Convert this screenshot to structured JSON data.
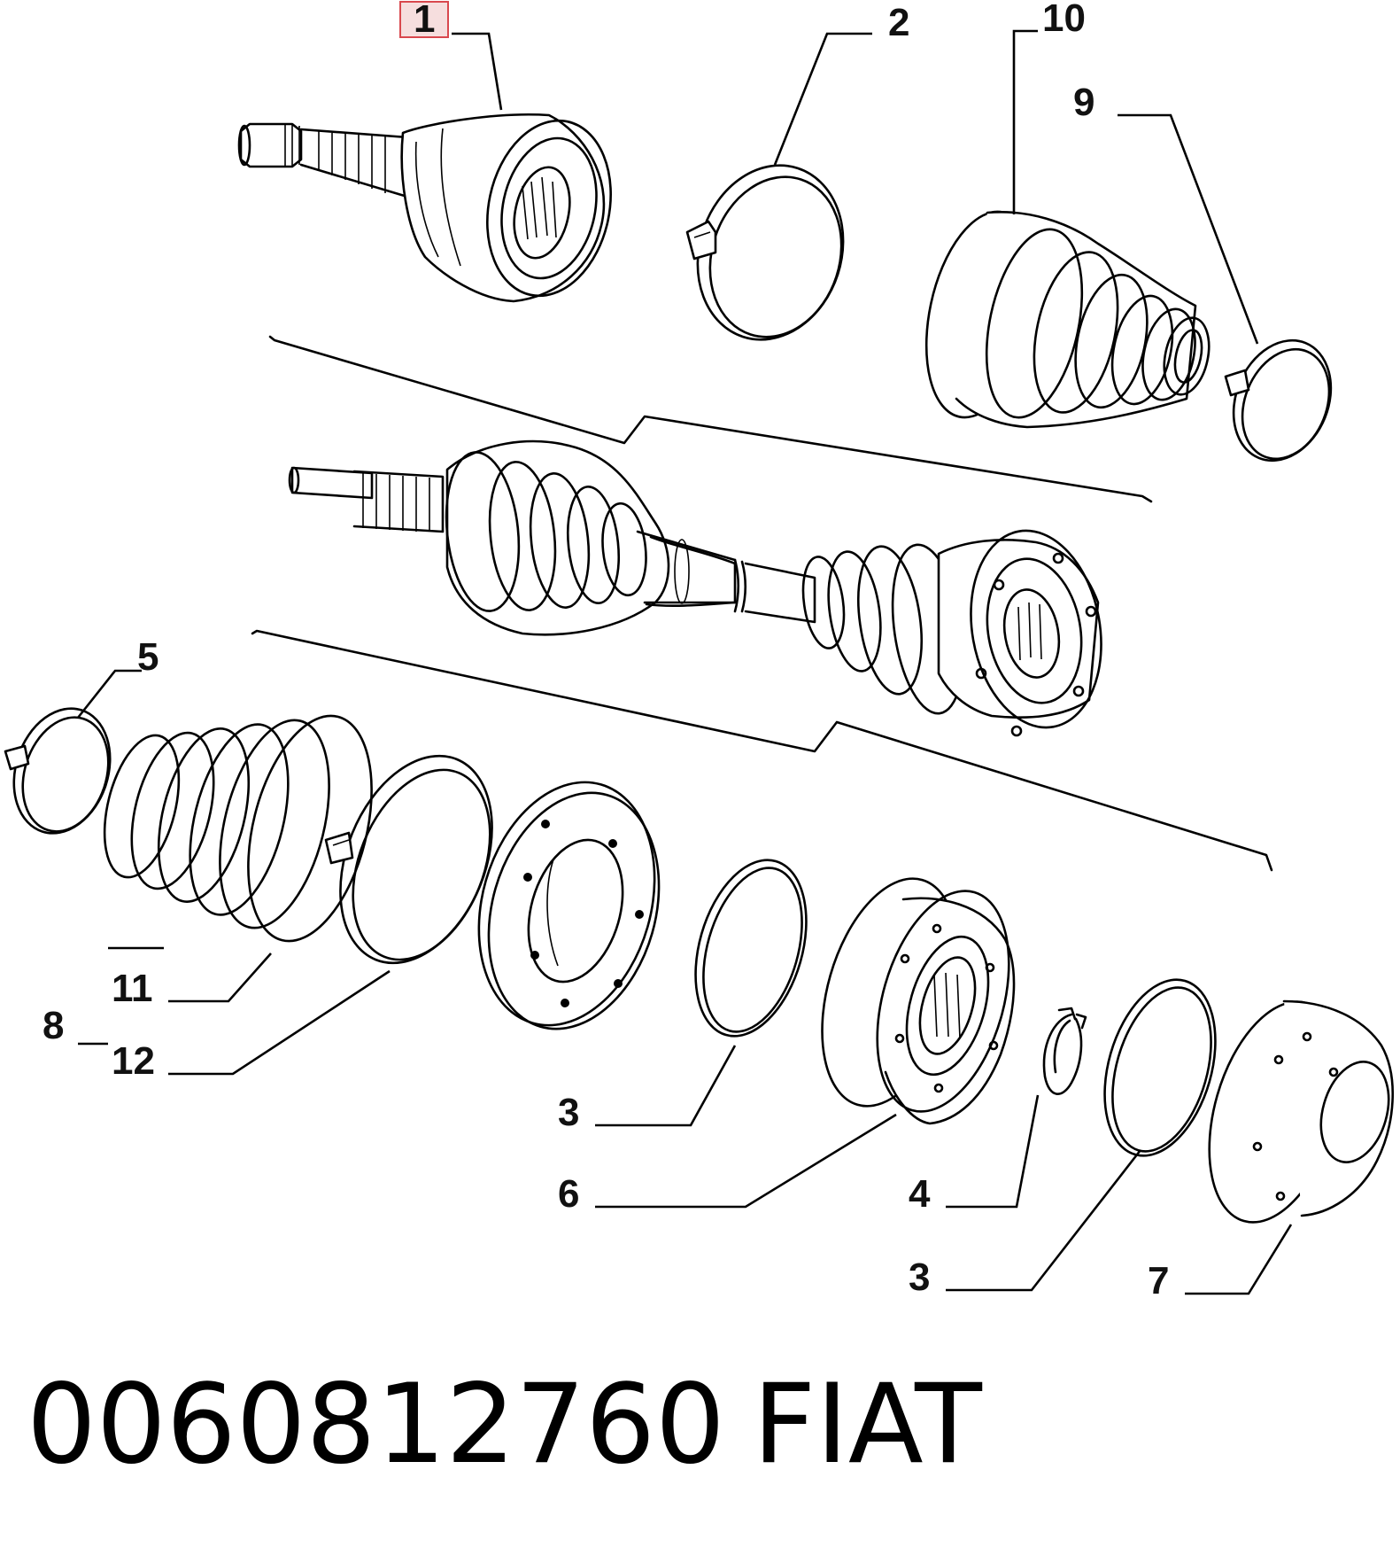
{
  "callouts": {
    "c1": "1",
    "c2": "2",
    "c10": "10",
    "c9": "9",
    "c5": "5",
    "c11": "11",
    "c8": "8",
    "c12": "12",
    "c3a": "3",
    "c6": "6",
    "c4": "4",
    "c3b": "3",
    "c7": "7"
  },
  "footer": {
    "part_number": "0060812760",
    "brand": "FIAT"
  },
  "colors": {
    "ink": "#000000",
    "highlight_fill": "#f6dede",
    "highlight_stroke": "#d9484e"
  }
}
